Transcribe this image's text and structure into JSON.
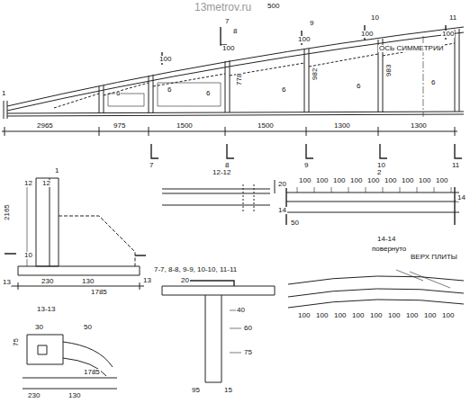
{
  "diagram": {
    "labels": [
      "13metrov.ru",
      "500",
      "7",
      "8",
      "100",
      "9",
      "100",
      "10",
      "100",
      "ОСЬ СИММЕТРИИ",
      "11",
      "100",
      "100",
      "1",
      "6",
      "6",
      "6",
      "6",
      "6",
      "6",
      "778",
      "982",
      "983",
      "2965",
      "975",
      "1500",
      "1500",
      "1300",
      "1300",
      "7",
      "8",
      "9",
      "10",
      "11",
      "1",
      "12",
      "12",
      "2165",
      "10",
      "13",
      "13",
      "230",
      "130",
      "1785",
      "13-13",
      "30",
      "50",
      "75",
      "230",
      "130",
      "1785",
      "12-12",
      "20",
      "7-7, 8-8, 9-9, 10-10, 11-11",
      "20",
      "40",
      "60",
      "75",
      "95",
      "15",
      "2",
      "100",
      "100",
      "100",
      "100",
      "100",
      "100",
      "100",
      "100",
      "100",
      "14",
      "14",
      "50",
      "14-14",
      "повернуто",
      "ВЕРХ ПЛИТЫ",
      "100",
      "100",
      "100",
      "100",
      "100",
      "100",
      "100",
      "100",
      "100"
    ]
  }
}
